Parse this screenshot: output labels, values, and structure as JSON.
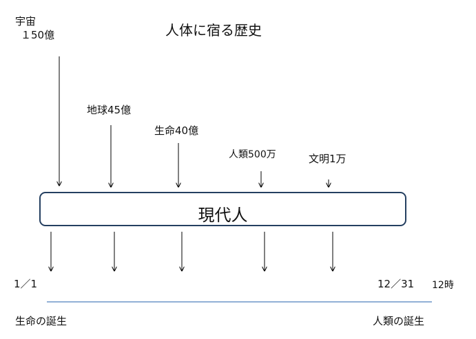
{
  "title": "人体に宿る歴史",
  "events": [
    {
      "line1": "宇宙",
      "line2": "１50億"
    },
    {
      "label": "地球45億"
    },
    {
      "label": "生命40億"
    },
    {
      "label": "人類500万"
    },
    {
      "label": "文明1万"
    }
  ],
  "box_label": "現代人",
  "timeline": {
    "start_date": "1／1",
    "end_date": "12／31",
    "end_time": "12時",
    "start_caption": "生命の誕生",
    "end_caption": "人類の誕生",
    "line_color": "#4f81bd"
  },
  "colors": {
    "box_border": "#243f60",
    "arrow": "#000000"
  }
}
